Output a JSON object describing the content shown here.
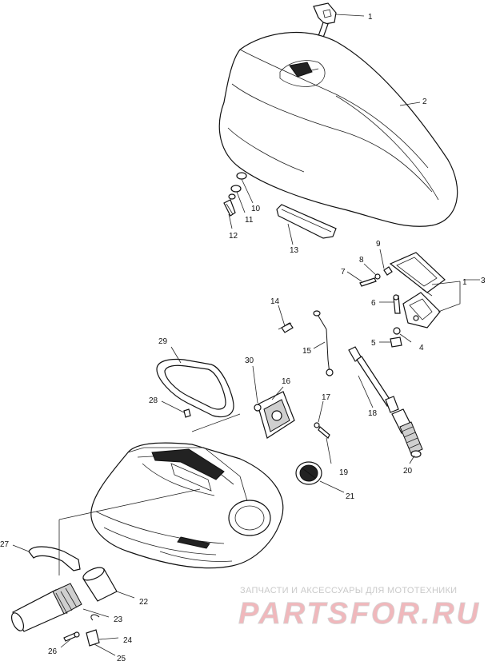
{
  "callouts": [
    {
      "id": "c1",
      "text": "1"
    },
    {
      "id": "c2",
      "text": "2"
    },
    {
      "id": "c3",
      "text": "3"
    },
    {
      "id": "c4",
      "text": "4"
    },
    {
      "id": "c5",
      "text": "5"
    },
    {
      "id": "c6",
      "text": "6"
    },
    {
      "id": "c7",
      "text": "7"
    },
    {
      "id": "c8",
      "text": "8"
    },
    {
      "id": "c9",
      "text": "9"
    },
    {
      "id": "c10",
      "text": "10"
    },
    {
      "id": "c11",
      "text": "11"
    },
    {
      "id": "c12",
      "text": "12"
    },
    {
      "id": "c13",
      "text": "13"
    },
    {
      "id": "c14",
      "text": "14"
    },
    {
      "id": "c15",
      "text": "15"
    },
    {
      "id": "c16",
      "text": "16"
    },
    {
      "id": "c17",
      "text": "17"
    },
    {
      "id": "c18",
      "text": "18"
    },
    {
      "id": "c19",
      "text": "19"
    },
    {
      "id": "c20",
      "text": "20"
    },
    {
      "id": "c21",
      "text": "21"
    },
    {
      "id": "c22",
      "text": "22"
    },
    {
      "id": "c23",
      "text": "23"
    },
    {
      "id": "c24",
      "text": "24"
    },
    {
      "id": "c25",
      "text": "25"
    },
    {
      "id": "c26",
      "text": "26"
    },
    {
      "id": "c27",
      "text": "27"
    },
    {
      "id": "c28",
      "text": "28"
    },
    {
      "id": "c29",
      "text": "29"
    },
    {
      "id": "c30",
      "text": "30"
    },
    {
      "id": "c31",
      "text": "1"
    }
  ],
  "watermark": {
    "tagline": "ЗАПЧАСТИ И АКСЕССУАРЫ ДЛЯ МОТОТЕХНИКИ",
    "logo": "PARTSFOR.RU"
  },
  "colors": {
    "line": "#111111",
    "watermark_text": "#c9c9c9",
    "logo_red": "#f0b8bc",
    "logo_gray": "#d4d4d4"
  }
}
